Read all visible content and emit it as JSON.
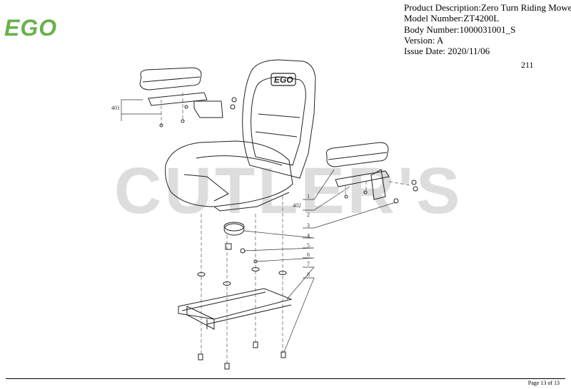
{
  "brand": {
    "logo_text": "EGO",
    "accent_color": "#6ab04c"
  },
  "header": {
    "product_description": "Product Description:Zero Turn Riding Mower",
    "model_number": "Model Number:ZT4200L",
    "body_number": "Body Number:1000031001_S",
    "version": "Version: A",
    "issue_date": "Issue Date: 2020/11/06"
  },
  "page_code": "211",
  "seat_logo": "EGO",
  "watermark": "CUTLER'S",
  "callouts": {
    "c401": "401",
    "c402": "402",
    "c1": "1",
    "c2": "2",
    "c3": "3",
    "c4": "4",
    "c5": "5",
    "c6": "6",
    "c7": "7",
    "c8": "8"
  },
  "footer": {
    "page_indicator": "Page 13 of 13"
  }
}
